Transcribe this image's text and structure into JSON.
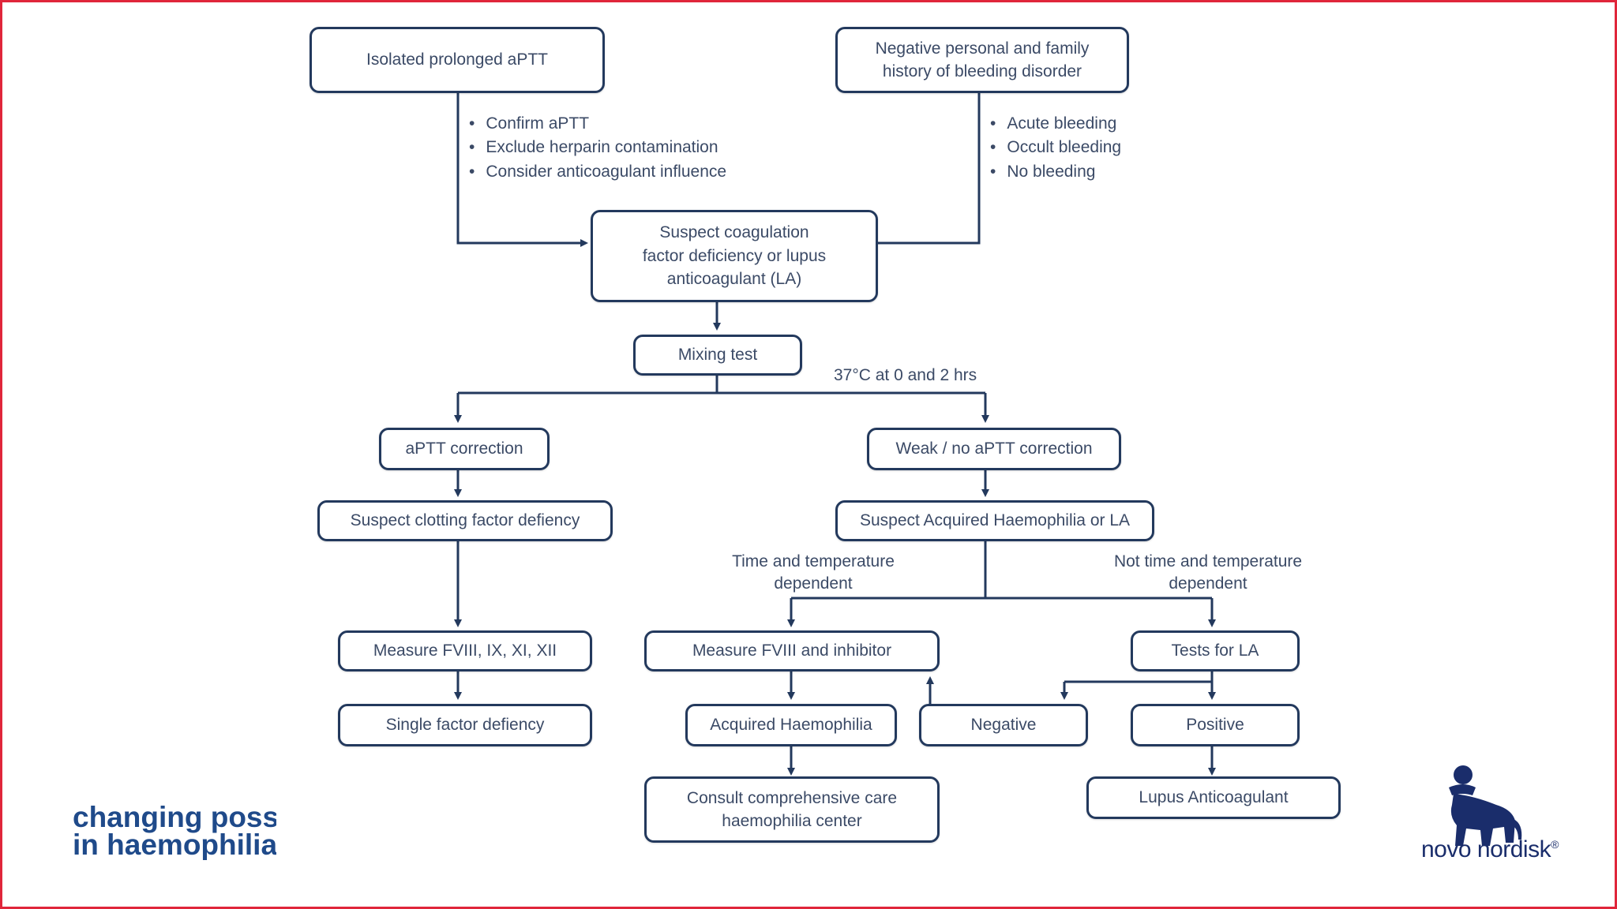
{
  "colors": {
    "line": "#23395d",
    "brand": "#1f4a8a",
    "frame": "#e0263b"
  },
  "nodes": {
    "isolated": "Isolated prolonged aPTT",
    "negative_history": "Negative personal and family\nhistory of bleeding disorder",
    "suspect_coag": "Suspect coagulation\nfactor deficiency or lupus\nanticoagulant (LA)",
    "mixing": "Mixing test",
    "aptt_correction": "aPTT correction",
    "weak_correction": "Weak / no aPTT correction",
    "suspect_clotting": "Suspect clotting factor defiency",
    "suspect_acquired": "Suspect Acquired Haemophilia or LA",
    "measure_factors": "Measure FVIII, IX, XI, XII",
    "measure_fviii": "Measure FVIII and inhibitor",
    "tests_la": "Tests for LA",
    "single_factor": "Single factor defiency",
    "acquired_haemophilia": "Acquired Haemophilia",
    "negative": "Negative",
    "positive": "Positive",
    "consult": "Consult comprehensive care\nhaemophilia center",
    "lupus": "Lupus Anticoagulant"
  },
  "bullets_left": [
    "Confirm aPTT",
    "Exclude herparin contamination",
    "Consider anticoagulant influence"
  ],
  "bullets_right": [
    "Acute bleeding",
    "Occult bleeding",
    "No bleeding"
  ],
  "labels": {
    "mixing_temp": "37°C at 0 and 2 hrs",
    "time_dependent": "Time and temperature\ndependent",
    "not_time_dependent": "Not time and temperature\ndependent"
  },
  "brand": {
    "line1": "changing possibilities",
    "line2": "in haemophilia"
  },
  "logo": {
    "name": "apis-bull-icon",
    "text": "novo nordisk",
    "mark": "®"
  }
}
